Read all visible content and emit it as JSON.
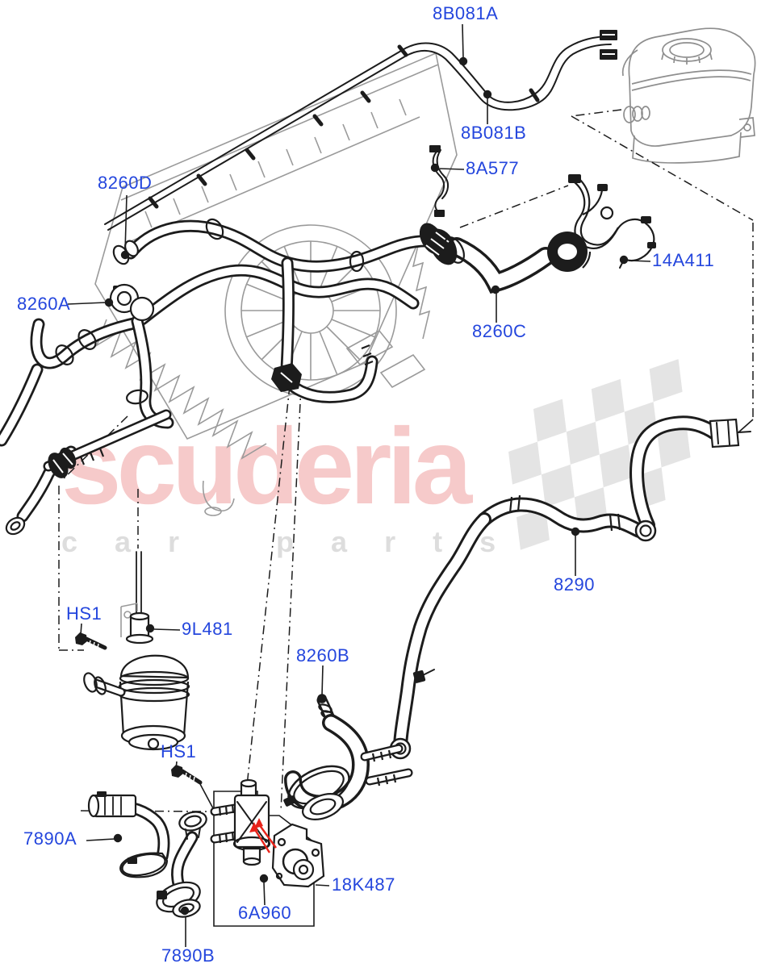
{
  "watermark": {
    "brand": "scuderia",
    "tagline": "car parts",
    "brand_color": "#f5bebe",
    "tagline_color": "#dcdcdc",
    "checker_color": "#e4e4e4"
  },
  "colors": {
    "label_blue": "#2446dd",
    "line_black": "#1c1c1c",
    "radiator_gray": "#9a9a9a",
    "arrow_red": "#e8231a",
    "background": "#ffffff"
  },
  "labels": [
    {
      "id": "8b081a",
      "text": "8B081A"
    },
    {
      "id": "8b081b",
      "text": "8B081B"
    },
    {
      "id": "8a577",
      "text": "8A577"
    },
    {
      "id": "8260d",
      "text": "8260D"
    },
    {
      "id": "8260a",
      "text": "8260A"
    },
    {
      "id": "14a411",
      "text": "14A411"
    },
    {
      "id": "8260c",
      "text": "8260C"
    },
    {
      "id": "8290",
      "text": "8290"
    },
    {
      "id": "hs1_top",
      "text": "HS1"
    },
    {
      "id": "9l481",
      "text": "9L481"
    },
    {
      "id": "8260b",
      "text": "8260B"
    },
    {
      "id": "hs1_bottom",
      "text": "HS1"
    },
    {
      "id": "7890a",
      "text": "7890A"
    },
    {
      "id": "7890b",
      "text": "7890B"
    },
    {
      "id": "6a960",
      "text": "6A960"
    },
    {
      "id": "18k487",
      "text": "18K487"
    }
  ]
}
